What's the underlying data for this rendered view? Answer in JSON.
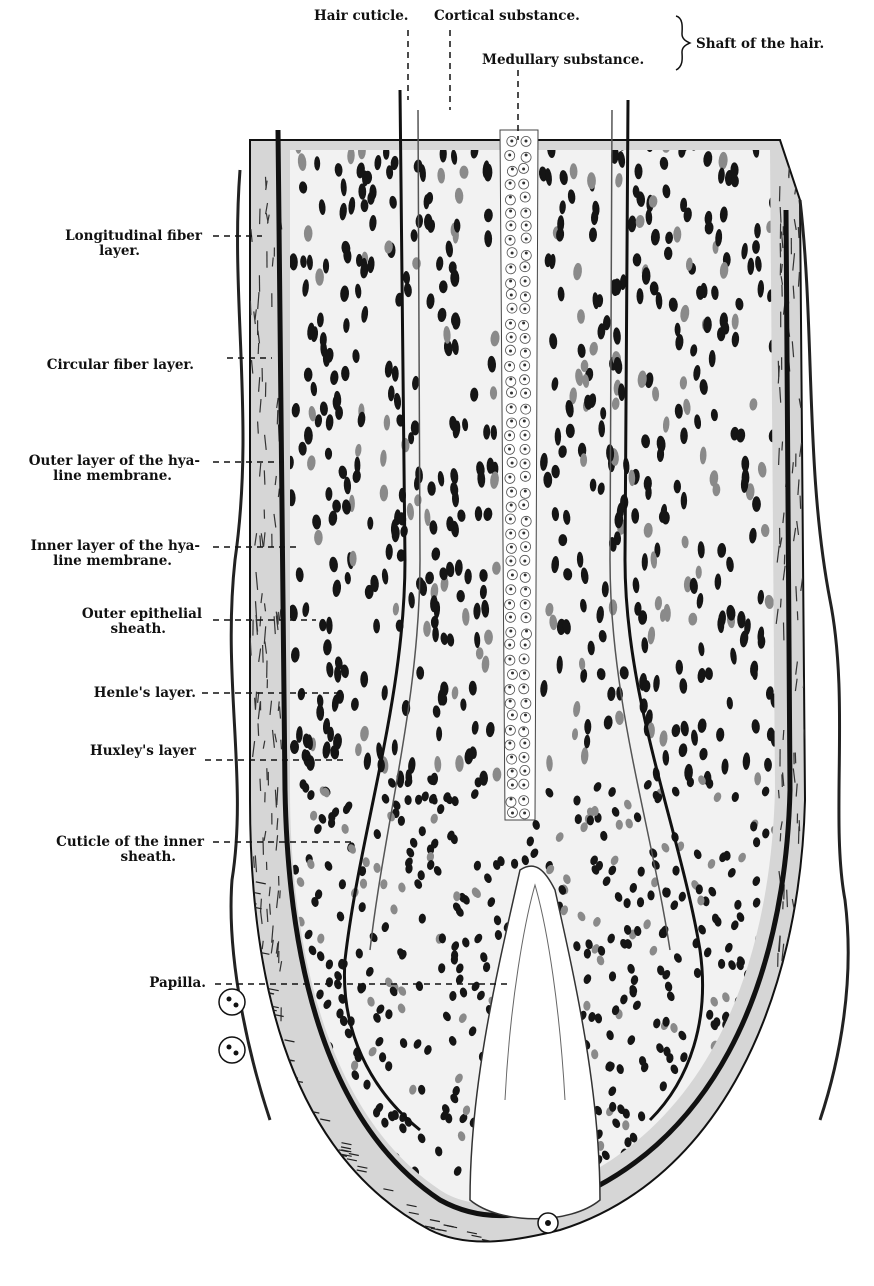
{
  "figure": {
    "colors": {
      "ink": "#111111",
      "tissue_dark": "#2a2a2a",
      "tissue_mid": "#8a8a8a",
      "tissue_light": "#d6d6d6",
      "paper": "#ffffff"
    },
    "top_labels": {
      "hair_cuticle": "Hair cuticle.",
      "cortical_substance": "Cortical substance.",
      "medullary_substance": "Medullary substance.",
      "shaft_of_hair": "Shaft of the hair."
    },
    "left_labels": {
      "longitudinal_fiber": {
        "line1": "Longitudinal fiber",
        "line2": "layer."
      },
      "circular_fiber": {
        "line1": "Circular fiber layer."
      },
      "outer_hyaline": {
        "line1": "Outer layer of the hya-",
        "line2": "line membrane."
      },
      "inner_hyaline": {
        "line1": "Inner layer of the hya-",
        "line2": "line membrane."
      },
      "outer_epithelial": {
        "line1": "Outer epithelial",
        "line2": "sheath."
      },
      "henles_layer": {
        "line1": "Henle's layer."
      },
      "huxleys_layer": {
        "line1": "Huxley's layer"
      },
      "cuticle_inner_sheath": {
        "line1": "Cuticle of the inner",
        "line2": "sheath."
      },
      "papilla": {
        "line1": "Papilla."
      }
    }
  }
}
